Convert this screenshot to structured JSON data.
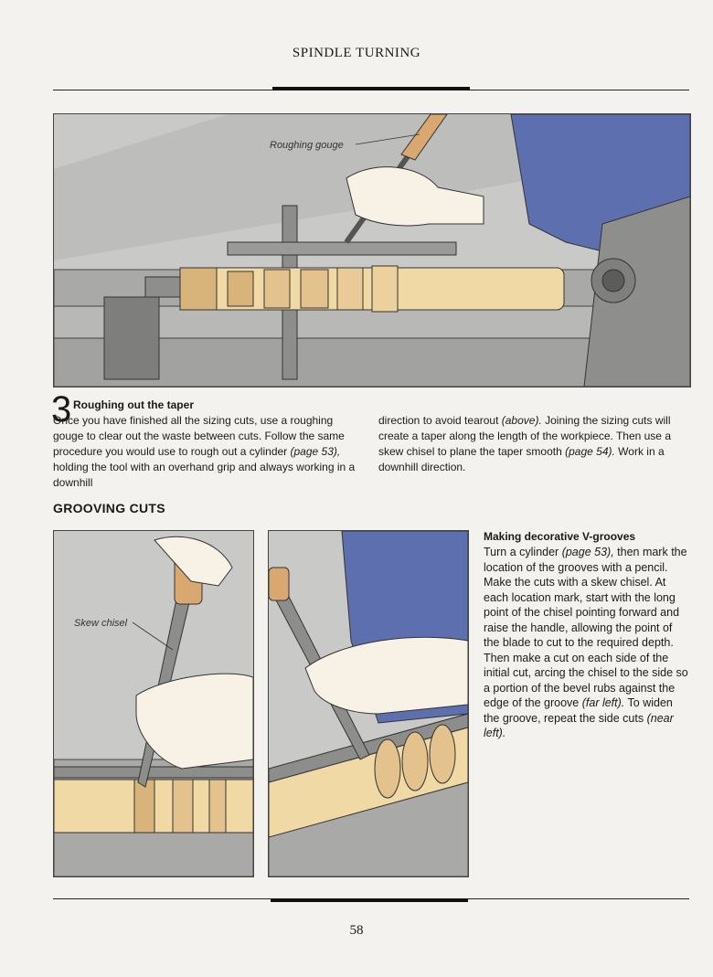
{
  "header": {
    "title": "SPINDLE TURNING"
  },
  "figure_top": {
    "callout": "Roughing gouge"
  },
  "step": {
    "number": "3",
    "title": "Roughing out the taper",
    "col1": {
      "t1": "Once you have finished all the sizing cuts, use a roughing gouge to clear out the waste between cuts. Follow the same procedure you would use to rough out a cylinder ",
      "r1": "(page 53),",
      "t2": " holding the tool with an overhand grip and always working in a downhill"
    },
    "col2": {
      "t1": "direction to avoid tearout ",
      "r1": "(above).",
      "t2": " Joining the sizing cuts will create a taper along the length of the workpiece. Then use a skew chisel to plane the taper smooth ",
      "r2": "(page 54).",
      "t3": " Work in a downhill direction."
    }
  },
  "section": {
    "title": "GROOVING CUTS"
  },
  "figure_left": {
    "callout": "Skew chisel"
  },
  "sidebar": {
    "title": "Making decorative V-grooves",
    "t1": "Turn a cylinder ",
    "r1": "(page 53),",
    "t2": " then mark the location of the grooves with a pencil. Make the cuts with a skew chisel. At each location mark, start with the long point of the chisel pointing forward and raise the handle, allowing the point of the blade to cut to the required depth. Then make a cut on each side of the initial cut, arcing the chisel to the side so a portion of the bevel rubs against the edge of the groove ",
    "r2": "(far left).",
    "t3": " To widen the groove, repeat the side cuts ",
    "r3": "(near left)."
  },
  "footer": {
    "page_number": "58"
  },
  "colors": {
    "wood": "#f1d9a6",
    "wood_shade": "#d9b47a",
    "metal": "#9a9b98",
    "shirt": "#5d6fae",
    "skin": "#f7f1e6",
    "background": "#c9c9c7"
  }
}
